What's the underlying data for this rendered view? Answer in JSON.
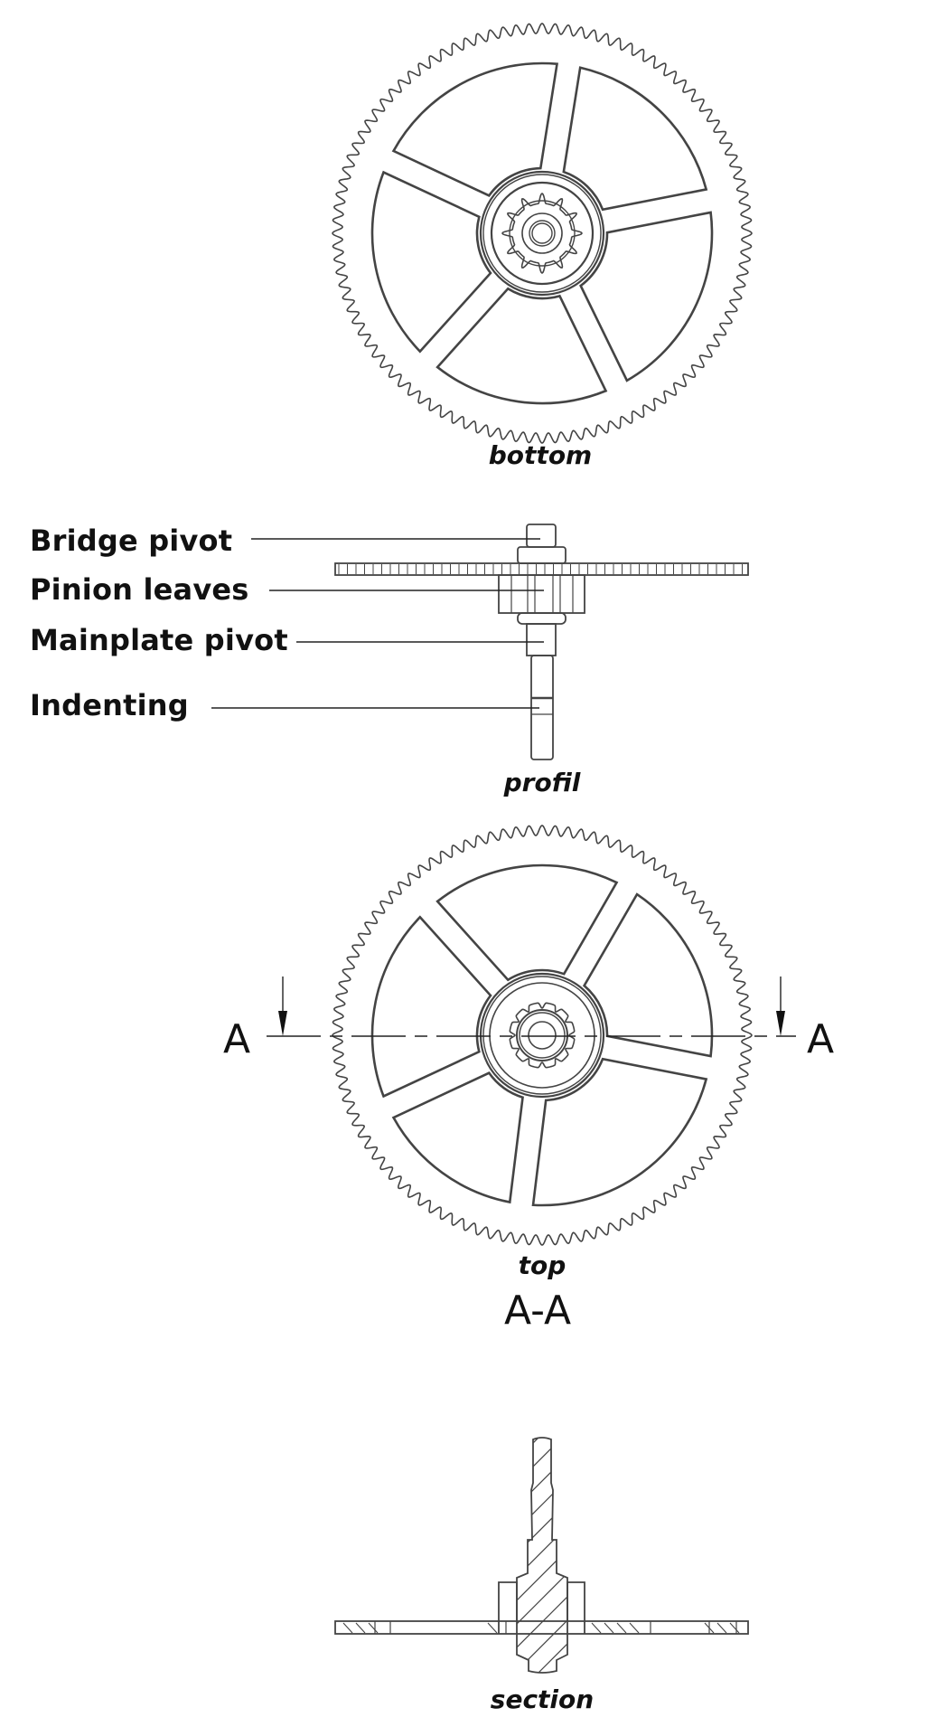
{
  "views": {
    "bottom": {
      "caption": "bottom"
    },
    "profil": {
      "caption": "profil"
    },
    "top": {
      "caption": "top"
    },
    "section_title": "A-A",
    "section": {
      "caption": "section"
    }
  },
  "callouts": [
    {
      "label": "Bridge pivot"
    },
    {
      "label": "Pinion leaves"
    },
    {
      "label": "Mainplate pivot"
    },
    {
      "label": "Indenting"
    }
  ],
  "section_marker": {
    "left": "A",
    "right": "A"
  },
  "gear": {
    "teeth": 100,
    "spokes": 5,
    "pinion_leaves": 12
  },
  "colors": {
    "stroke": "#444444",
    "text": "#111111"
  }
}
